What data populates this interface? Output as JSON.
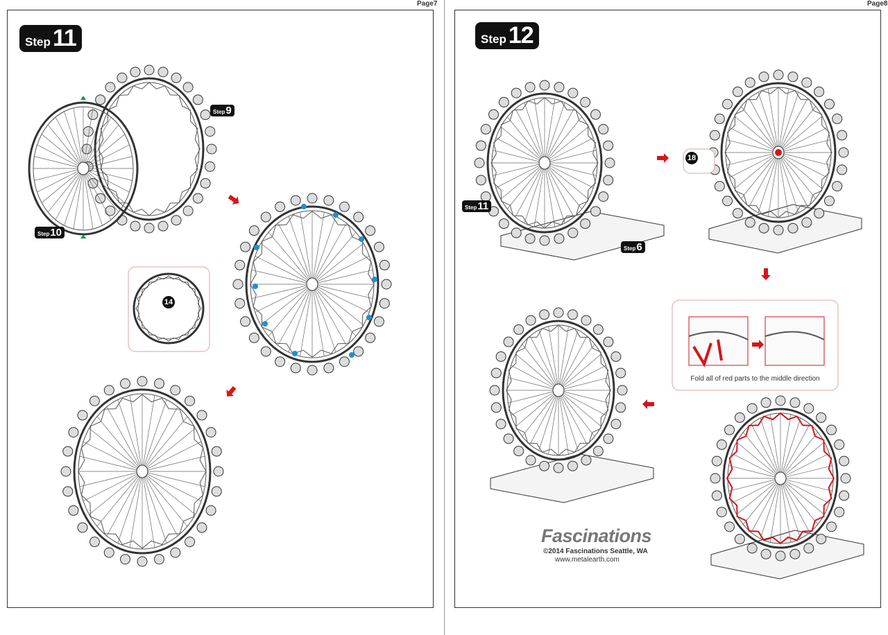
{
  "pages": [
    {
      "label": "Page7",
      "step": {
        "word": "Step",
        "number": "11"
      },
      "callouts": [
        {
          "word": "Step",
          "number": "9"
        },
        {
          "word": "Step",
          "number": "10"
        }
      ],
      "detail_part": "14"
    },
    {
      "label": "Page8",
      "step": {
        "word": "Step",
        "number": "12"
      },
      "callouts": [
        {
          "word": "Step",
          "number": "11"
        },
        {
          "word": "Step",
          "number": "6"
        }
      ],
      "detail_part": "18",
      "fold_instruction": "Fold all of red parts to the middle direction"
    }
  ],
  "footer": {
    "brand": "Fascinations",
    "copyright": "©2014 Fascinations Seattle, WA",
    "url": "www.metalearth.com"
  },
  "colors": {
    "accent_red": "#d7141a",
    "marker_blue": "#1e8fd6",
    "marker_green": "#1a9a3a",
    "callout_border": "#e0a0a0"
  }
}
